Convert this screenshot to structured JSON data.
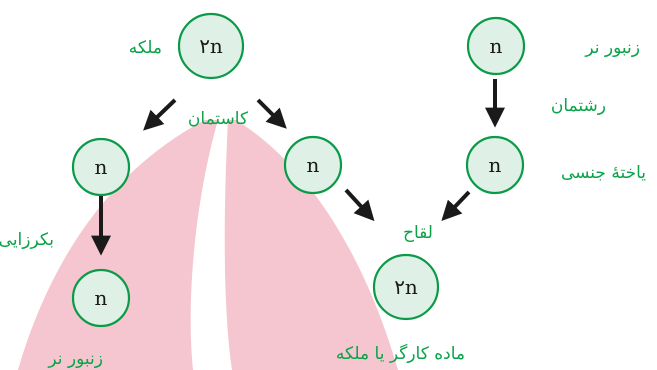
{
  "colors": {
    "node_fill": "#dff1e6",
    "node_stroke": "#0a9a48",
    "label_green": "#0aa34a",
    "arrow": "#1a1a1a",
    "background_shape": "#f5c6cf"
  },
  "nodes": {
    "queen": "۲n",
    "left_n": "n",
    "right_n": "n",
    "male_drone": "n",
    "sperm_n": "n",
    "bottom_left_n": "n",
    "bottom_right_2n": "۲n"
  },
  "labels": {
    "queen": "ملکه",
    "meiosis": "کاستمان",
    "male_drone": "زنبور نر",
    "mitosis": "رشتمان",
    "gamete": "یاختهٔ جنسی",
    "fertilization": "لقاح",
    "parthenogenesis": "بکرزایی",
    "result_male": "زنبور نر",
    "result_female": "ماده کارگر یا ملکه"
  }
}
